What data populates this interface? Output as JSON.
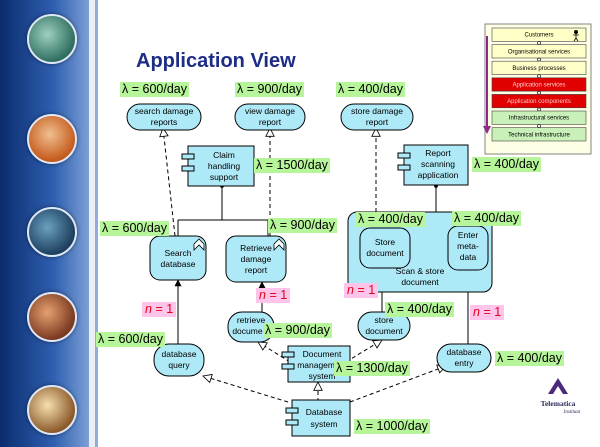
{
  "title": "Application View",
  "layers": [
    {
      "label": "Customers",
      "fill": "#ffffc8",
      "text": "#000000"
    },
    {
      "label": "Organisational services",
      "fill": "#ffffc8",
      "text": "#000000"
    },
    {
      "label": "Business processes",
      "fill": "#ffffc8",
      "text": "#000000"
    },
    {
      "label": "Application services",
      "fill": "#e00000",
      "text": "#ffcccc"
    },
    {
      "label": "Application components",
      "fill": "#e00000",
      "text": "#ffcccc"
    },
    {
      "label": "Infrastructural services",
      "fill": "#c8f0b8",
      "text": "#000000"
    },
    {
      "label": "Technical infrastructure",
      "fill": "#c8f0b8",
      "text": "#000000"
    }
  ],
  "nodes": {
    "search_damage_reports": {
      "l1": "search damage",
      "l2": "reports"
    },
    "view_damage_report": {
      "l1": "view damage",
      "l2": "report"
    },
    "store_damage_report": {
      "l1": "store damage",
      "l2": "report"
    },
    "claim_handling": {
      "l1": "Claim",
      "l2": "handling",
      "l3": "support"
    },
    "report_scanning": {
      "l1": "Report",
      "l2": "scanning",
      "l3": "application"
    },
    "search_database": {
      "l1": "Search",
      "l2": "database"
    },
    "retrieve_damage_report": {
      "l1": "Retrieve",
      "l2": "damage",
      "l3": "report"
    },
    "store_document_fn": {
      "l1": "Store",
      "l2": "document"
    },
    "enter_metadata": {
      "l1": "Enter",
      "l2": "meta-",
      "l3": "data"
    },
    "scan_store": {
      "l1": "Scan & store",
      "l2": "document"
    },
    "retrieve_document": {
      "l1": "retrieve",
      "l2": "document"
    },
    "store_document_svc": {
      "l1": "store",
      "l2": "document"
    },
    "database_query": {
      "l1": "database",
      "l2": "query"
    },
    "document_management": {
      "l1": "Document",
      "l2": "management",
      "l3": "system"
    },
    "database_entry": {
      "l1": "database",
      "l2": "entry"
    },
    "database_system": {
      "l1": "Database",
      "l2": "system"
    }
  },
  "lambda": {
    "search_damage": "λ = 600/day",
    "view_damage": "λ = 900/day",
    "store_damage": "λ = 400/day",
    "claim_handling": "λ = 1500/day",
    "report_scanning": "λ = 400/day",
    "search_db": "λ = 600/day",
    "retrieve_report": "λ = 900/day",
    "store_doc_fn": "λ = 400/day",
    "enter_meta": "λ = 400/day",
    "store_doc_svc": "λ = 400/day",
    "retrieve_doc": "λ = 900/day",
    "db_query": "λ = 600/day",
    "doc_mgmt": "λ = 1300/day",
    "db_entry": "λ = 400/day",
    "db_system": "λ = 1000/day"
  },
  "n_labels": {
    "n_search": "n = 1",
    "n_retrieve": "n = 1",
    "n_scan": "n = 1",
    "n_entry": "n = 1"
  },
  "logo": {
    "line1": "Telematica",
    "line2": "Instituut"
  },
  "colors": {
    "node_fill": "#aee9f7",
    "lambda_bg": "#b7f59a",
    "n_bg": "#ffc4ea",
    "n_text": "#e1001c",
    "title": "#1d2d86",
    "arrow": "#8b2a8b"
  }
}
